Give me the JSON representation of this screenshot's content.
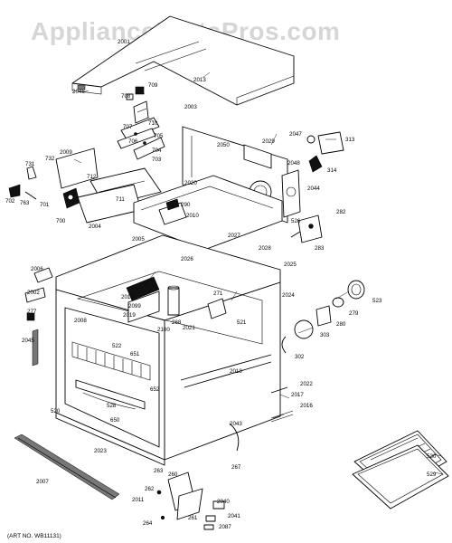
{
  "watermark": "AppliancePartsPros.com",
  "art_number": "(ART NO. WB11131)",
  "labels": {
    "l2001": "2001",
    "l2013": "2013",
    "l2046": "2046",
    "l708": "708",
    "l709": "709",
    "l2003": "2003",
    "l707": "707",
    "l710": "710",
    "l706": "706",
    "l705": "705",
    "l704": "704",
    "l703": "703",
    "l2009": "2009",
    "l731": "731",
    "l732": "732",
    "l712": "712",
    "l711": "711",
    "l702": "702",
    "l763": "763",
    "l701": "701",
    "l700": "700",
    "l2004": "2004",
    "l2050": "2050",
    "l2029": "2029",
    "l2047": "2047",
    "l313": "313",
    "l2048": "2048",
    "l314": "314",
    "l2044": "2044",
    "l2020": "2020",
    "l290": "290",
    "l2010": "2010",
    "l2005": "2005",
    "l2027": "2027",
    "l2028": "2028",
    "l526": "526",
    "l282": "282",
    "l283": "283",
    "l2006": "2006",
    "l2002": "2002",
    "l2026": "2026",
    "l2025": "2025",
    "l2024": "2024",
    "l523": "523",
    "l2012": "2012",
    "l2099": "2099",
    "l2019": "2019",
    "l271": "271",
    "l268": "268",
    "l521": "521",
    "l279": "279",
    "l277": "277",
    "l2008": "2008",
    "l2100": "2100",
    "l2021": "2021",
    "l280": "280",
    "l303": "303",
    "l2045": "2045",
    "l522": "522",
    "l651": "651",
    "l302": "302",
    "l2018": "2018",
    "l2022": "2022",
    "l652": "652",
    "l2017": "2017",
    "l528": "528",
    "l520": "520",
    "l2016": "2016",
    "l650": "650",
    "l2043": "2043",
    "l2023": "2023",
    "l263": "263",
    "l267": "267",
    "l530": "530",
    "l529": "529",
    "l2007": "2007",
    "l260": "260",
    "l262": "262",
    "l2011": "2011",
    "l2040": "2040",
    "l2041": "2041",
    "l261": "261",
    "l264": "264",
    "l2087": "2087"
  }
}
